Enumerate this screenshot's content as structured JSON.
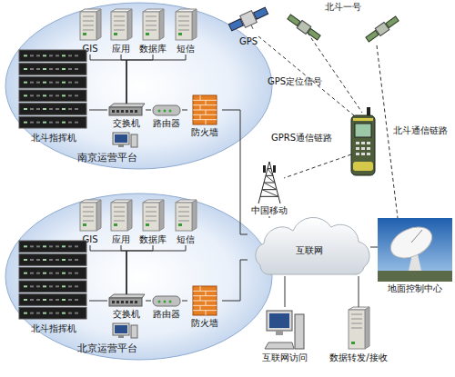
{
  "diagram": {
    "nodes": [
      {
        "text": [
          "南京运营平台"
        ]
      },
      {
        "text": [
          "GIS"
        ],
        "in": 0
      },
      {
        "text": [
          "应用"
        ],
        "in": 0
      },
      {
        "text": [
          "数据库"
        ],
        "in": 0
      },
      {
        "text": [
          "短信"
        ],
        "in": 0
      },
      {
        "text": [
          "北斗指挥机"
        ],
        "in": 0
      },
      {
        "text": [
          "交换机"
        ],
        "in": 0
      },
      {
        "text": [
          "路由器"
        ],
        "in": 0
      },
      {
        "text": [
          "防火墙"
        ],
        "in": 0
      },
      {
        "text": [
          "北京运营平台"
        ]
      },
      {
        "text": [
          "GIS"
        ],
        "in": 9
      },
      {
        "text": [
          "应用"
        ],
        "in": 9
      },
      {
        "text": [
          "数据库"
        ],
        "in": 9
      },
      {
        "text": [
          "短信"
        ],
        "in": 9
      },
      {
        "text": [
          "北斗指挥机"
        ],
        "in": 9
      },
      {
        "text": [
          "交换机"
        ],
        "in": 9
      },
      {
        "text": [
          "路由器"
        ],
        "in": 9
      },
      {
        "text": [
          "防火墙"
        ],
        "in": 9
      },
      {
        "text": [
          "GPS"
        ]
      },
      {
        "text": [
          "北斗一号"
        ]
      },
      {
        "text": [
          "中国移动"
        ]
      },
      {
        "text": [
          "互联网"
        ]
      },
      {
        "text": [
          "地面控制中心"
        ]
      },
      {
        "text": [
          "互联网访问"
        ]
      },
      {
        "text": [
          "数据转发/接收"
        ]
      }
    ],
    "edges": [
      {
        "from": 1,
        "to": 6,
        "arrow": "none"
      },
      {
        "from": 2,
        "to": 6,
        "arrow": "none"
      },
      {
        "from": 3,
        "to": 6,
        "arrow": "none"
      },
      {
        "from": 4,
        "to": 6,
        "arrow": "none"
      },
      {
        "from": 5,
        "to": 6,
        "arrow": "none"
      },
      {
        "from": 6,
        "to": 7,
        "arrow": "none"
      },
      {
        "from": 7,
        "to": 8,
        "arrow": "none"
      },
      {
        "from": 8,
        "to": 21,
        "arrow": "none"
      },
      {
        "from": 10,
        "to": 15,
        "arrow": "none"
      },
      {
        "from": 11,
        "to": 15,
        "arrow": "none"
      },
      {
        "from": 12,
        "to": 15,
        "arrow": "none"
      },
      {
        "from": 13,
        "to": 15,
        "arrow": "none"
      },
      {
        "from": 14,
        "to": 15,
        "arrow": "none"
      },
      {
        "from": 15,
        "to": 16,
        "arrow": "none"
      },
      {
        "from": 16,
        "to": 17,
        "arrow": "none"
      },
      {
        "from": 17,
        "to": 21,
        "arrow": "none"
      },
      {
        "from": 19,
        "to": 22,
        "arrow": "none"
      },
      {
        "from": 20,
        "to": 21,
        "arrow": "none"
      },
      {
        "from": 21,
        "to": 22,
        "arrow": "none"
      },
      {
        "from": 21,
        "to": 23,
        "arrow": "none"
      },
      {
        "from": 21,
        "to": 24,
        "arrow": "none"
      }
    ],
    "labels": [
      "GPS定位信号",
      "GPRS通信链路",
      "北斗通信链路"
    ]
  }
}
